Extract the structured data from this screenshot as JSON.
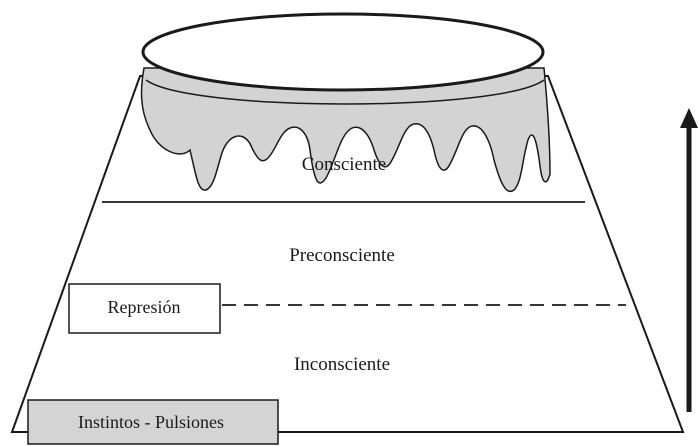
{
  "diagram": {
    "levels": {
      "consciente": "Consciente",
      "preconsciente": "Preconsciente",
      "inconsciente": "Inconsciente"
    },
    "boxes": {
      "represion": "Represión",
      "instintos": "Instintos - Pulsiones"
    }
  },
  "colors": {
    "line": "#1a1a1a",
    "icicle_fill": "#d3d3d3",
    "box_fill_instintos": "#d4d4d4",
    "background": "#ffffff"
  },
  "icons": {
    "arrow": "up-arrow-icon"
  }
}
